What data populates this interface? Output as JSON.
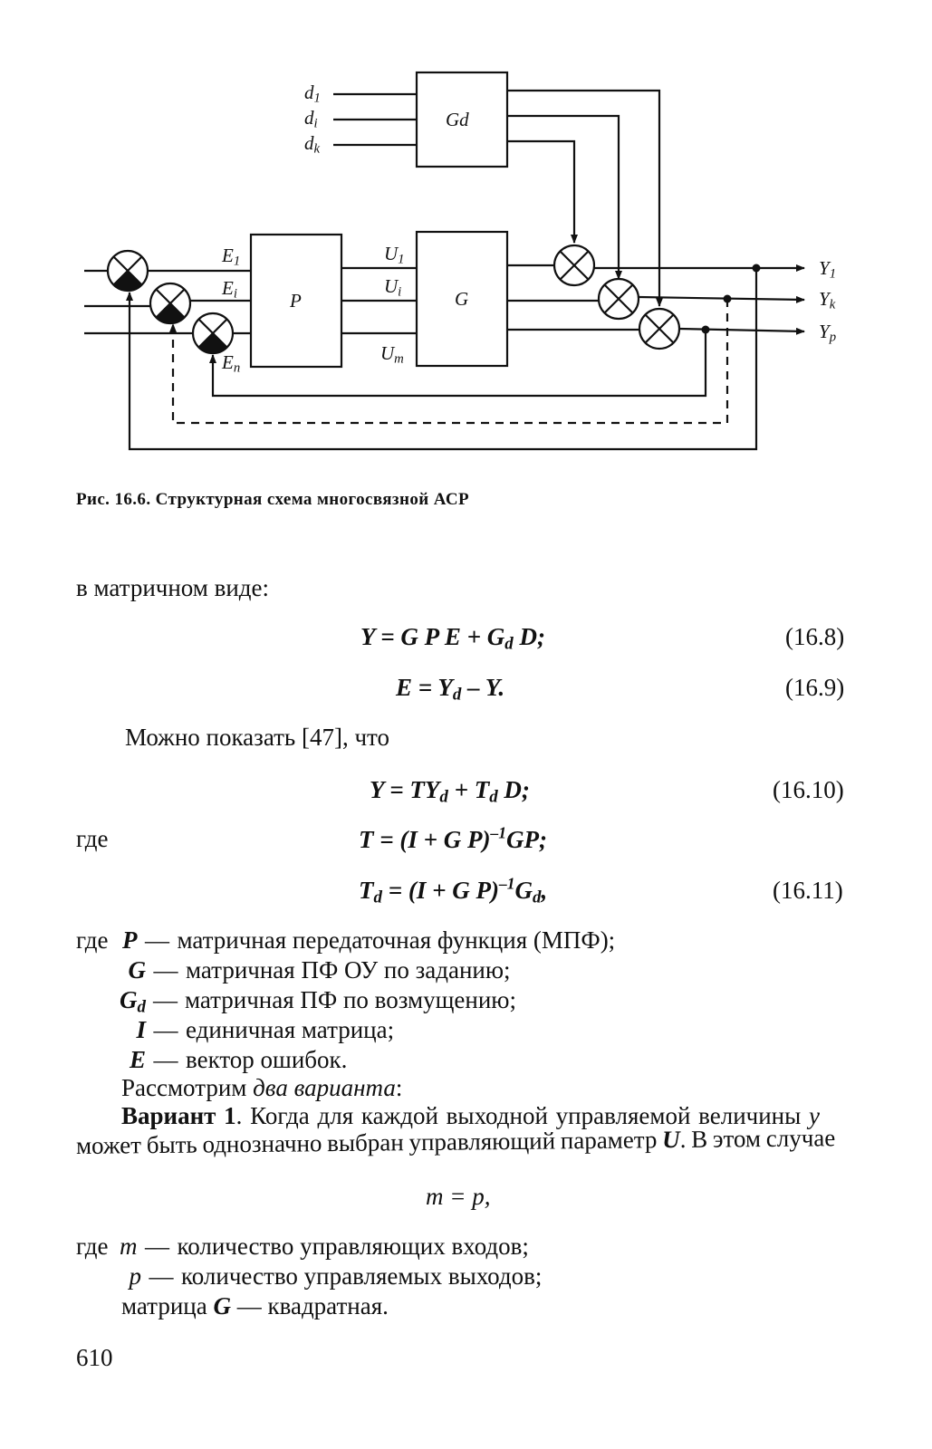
{
  "diagram": {
    "inputs": [
      "d",
      "d",
      "d"
    ],
    "input_subs": [
      "1",
      "i",
      "k"
    ],
    "block_gd": "Gd",
    "block_p": "P",
    "block_g": "G",
    "e_labels": [
      "E",
      "E",
      "E"
    ],
    "e_subs": [
      "1",
      "i",
      "n"
    ],
    "u_labels": [
      "U",
      "U",
      "U"
    ],
    "u_subs": [
      "1",
      "i",
      "m"
    ],
    "outputs": [
      "Y",
      "Y",
      "Y"
    ],
    "output_subs": [
      "1",
      "k",
      "p"
    ]
  },
  "caption": "Рис. 16.6. Структурная схема многосвязной АСР",
  "intro": "в матричном виде:",
  "eq_16_8": {
    "parts": [
      "Y = G P E + G",
      "d",
      " D;"
    ],
    "num": "(16.8)"
  },
  "eq_16_9": {
    "parts": [
      "E = Y",
      "d",
      " – Y."
    ],
    "num": "(16.9)"
  },
  "show_text": "Можно показать [47], что",
  "eq_16_10": {
    "parts": [
      "Y = TY",
      "d",
      " + T",
      "d",
      " D;"
    ],
    "num": "(16.10)"
  },
  "where1": "где",
  "eq_T": {
    "parts": [
      "T = (I + G P)",
      "–1",
      "GP;"
    ]
  },
  "eq_Td": {
    "parts": [
      "T",
      "d",
      " = (I + G P)",
      "–1",
      "G",
      "d",
      ","
    ],
    "num": "(16.11)"
  },
  "defs": [
    {
      "prefix": "где",
      "sym": "P",
      "sub": "",
      "text": "матричная передаточная функция (МПФ);"
    },
    {
      "prefix": "",
      "sym": "G",
      "sub": "",
      "text": "матричная ПФ ОУ по заданию;"
    },
    {
      "prefix": "",
      "sym": "G",
      "sub": "d",
      "text": "матричная ПФ по возмущению;"
    },
    {
      "prefix": "",
      "sym": "I",
      "sub": "",
      "text": "единичная матрица;"
    },
    {
      "prefix": "",
      "sym": "E",
      "sub": "",
      "text": "вектор ошибок."
    }
  ],
  "dash": "—",
  "consider": {
    "text": "Рассмотрим ",
    "italic": "два варианта",
    "end": ":"
  },
  "variant1": {
    "label": "Вариант 1",
    "line1": ". Когда для каждой выходной управляемой величины ",
    "y": "y",
    "line2a": "может быть однозначно выбран управляющий параметр ",
    "U": "U",
    "line2b": ". В этом случае"
  },
  "eq_mp": "m = p,",
  "defs2": [
    {
      "prefix": "где",
      "sym": "m",
      "text": "количество управляющих входов;"
    },
    {
      "prefix": "",
      "sym": "p",
      "text": "количество управляемых выходов;"
    }
  ],
  "matrix_line": {
    "a": "матрица ",
    "G": "G",
    "b": " — квадратная."
  },
  "page_number": "610"
}
